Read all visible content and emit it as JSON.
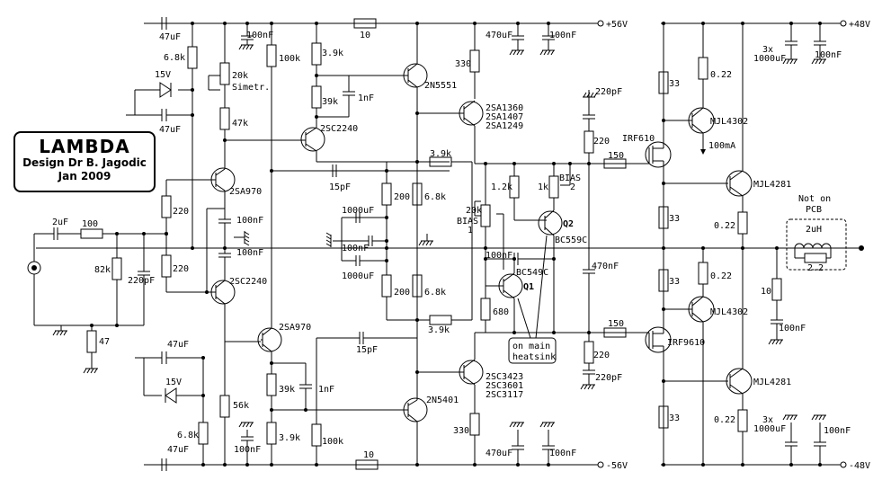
{
  "title": {
    "name": "LAMBDA",
    "author": "Design Dr B. Jagodic",
    "date": "Jan 2009"
  },
  "rails": {
    "pos56": "+56V",
    "neg56": "-56V",
    "pos48": "+48V",
    "neg48": "-48V"
  },
  "labels": {
    "c_47u_tl": "47uF",
    "r_68k_tl": "6.8k",
    "z15_top": "15V",
    "c_47u_tl2": "47uF",
    "c_100n_a": "100nF",
    "pot20k": "20k",
    "simetr": "Simetr.",
    "r47k": "47k",
    "r100k_top": "100k",
    "r3k9_top": "3.9k",
    "r39k_top": "39k",
    "c1n_top": "1nF",
    "q_2n5551": "2N5551",
    "r10_top": "10",
    "r330_top": "330",
    "c470u_top": "470uF",
    "c100n_top": "100nF",
    "q_2sa1360": "2SA1360",
    "q_2sa1407": "2SA1407",
    "q_2sa1249": "2SA1249",
    "q_2sc2240_top": "2SC2240",
    "r3k9_mid": "3.9k",
    "c15p_top": "15pF",
    "r200_top": "200",
    "r6k8_top": "6.8k",
    "c1000u_top": "1000uF",
    "c100n_mid": "100nF",
    "c1000u_bot": "1000uF",
    "r200_bot": "200",
    "r6k8_bot": "6.8k",
    "q_2sa970_top": "2SA970",
    "r220_a": "220",
    "c100n_b": "100nF",
    "c100n_c": "100nF",
    "r220_b": "220",
    "q_2sc2240_bot": "2SC2240",
    "c2u": "2uF",
    "r100_in": "100",
    "r82k": "82k",
    "c220p_in": "220pF",
    "r47": "47",
    "r1k2": "1.2k",
    "r1k": "1k",
    "bias2": "BIAS",
    "bias2n": "2",
    "pot20k_b": "20k",
    "bias1": "BIAS",
    "bias1n": "1",
    "q2": "Q2",
    "bc559c": "BC559C",
    "c100n_q": "100nF",
    "bc549c": "BC549C",
    "q1": "Q1",
    "r680": "680",
    "c220p_top": "220pF",
    "r220_gt": "220",
    "irf610": "IRF610",
    "r150_top": "150",
    "c470n": "470nF",
    "r150_bot": "150",
    "irf9610": "IRF9610",
    "r220_gb": "220",
    "c220p_bot": "220pF",
    "heatsink1": "on main",
    "heatsink2": "heatsink",
    "r33_a": "33",
    "r33_b": "33",
    "r33_c": "33",
    "r33_d": "33",
    "r022_a": "0.22",
    "r022_b": "0.22",
    "r022_c": "0.22",
    "r022_d": "0.22",
    "mjl4302_a": "MJL4302",
    "mjl4302_b": "MJL4302",
    "mjl4281_a": "MJL4281",
    "mjl4281_b": "MJL4281",
    "i100ma": "100mA",
    "c3x_top": "3x",
    "c1000u_ptop": "1000uF",
    "c100n_ptop": "100nF",
    "c3x_bot": "3x",
    "c1000u_pbot": "1000uF",
    "c100n_pbot": "100nF",
    "notpcb1": "Not on",
    "notpcb2": "PCB",
    "l2u": "2uH",
    "r2_2": "2.2",
    "r10_out": "10",
    "c100n_out": "100nF",
    "q_2sa970_bot": "2SA970",
    "c15p_bot": "15pF",
    "r3k9_bot2": "3.9k",
    "c47u_bl": "47uF",
    "z15_bot": "15V",
    "r56k": "56k",
    "c100n_bl": "100nF",
    "r39k_bot": "39k",
    "c1n_bot": "1nF",
    "q_2n5401": "2N5401",
    "r3k9_bot": "3.9k",
    "r100k_bot": "100k",
    "r6k8_bl": "6.8k",
    "c47u_bl2": "47uF",
    "r10_bot": "10",
    "r330_bot": "330",
    "c470u_bot": "470uF",
    "c100n_bot": "100nF",
    "q_2sc3423": "2SC3423",
    "q_2sc3601": "2SC3601",
    "q_2sc3117": "2SC3117"
  }
}
